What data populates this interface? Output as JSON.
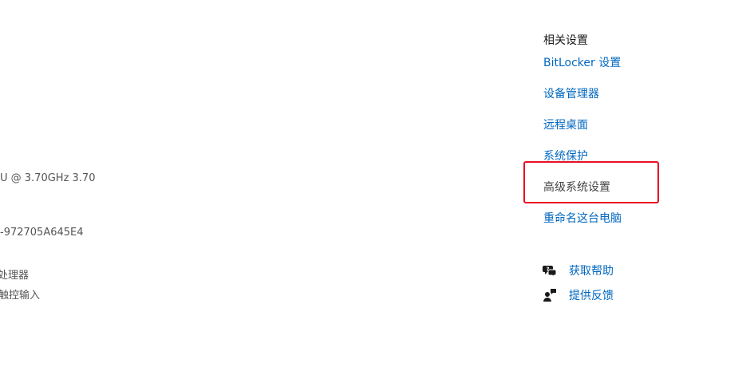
{
  "left_panel": {
    "cpu_text": "U @ 3.70GHz   3.70",
    "id_text": "-972705A645E4",
    "processor_text": "处理器",
    "touch_text": "触控输入"
  },
  "related_settings": {
    "title": "相关设置",
    "links": [
      "BitLocker 设置",
      "设备管理器",
      "远程桌面",
      "系统保护",
      "高级系统设置",
      "重命名这台电脑"
    ]
  },
  "help": {
    "get_help": "获取帮助",
    "feedback": "提供反馈"
  },
  "colors": {
    "link": "#0067c0",
    "highlight_border": "#e81123"
  }
}
